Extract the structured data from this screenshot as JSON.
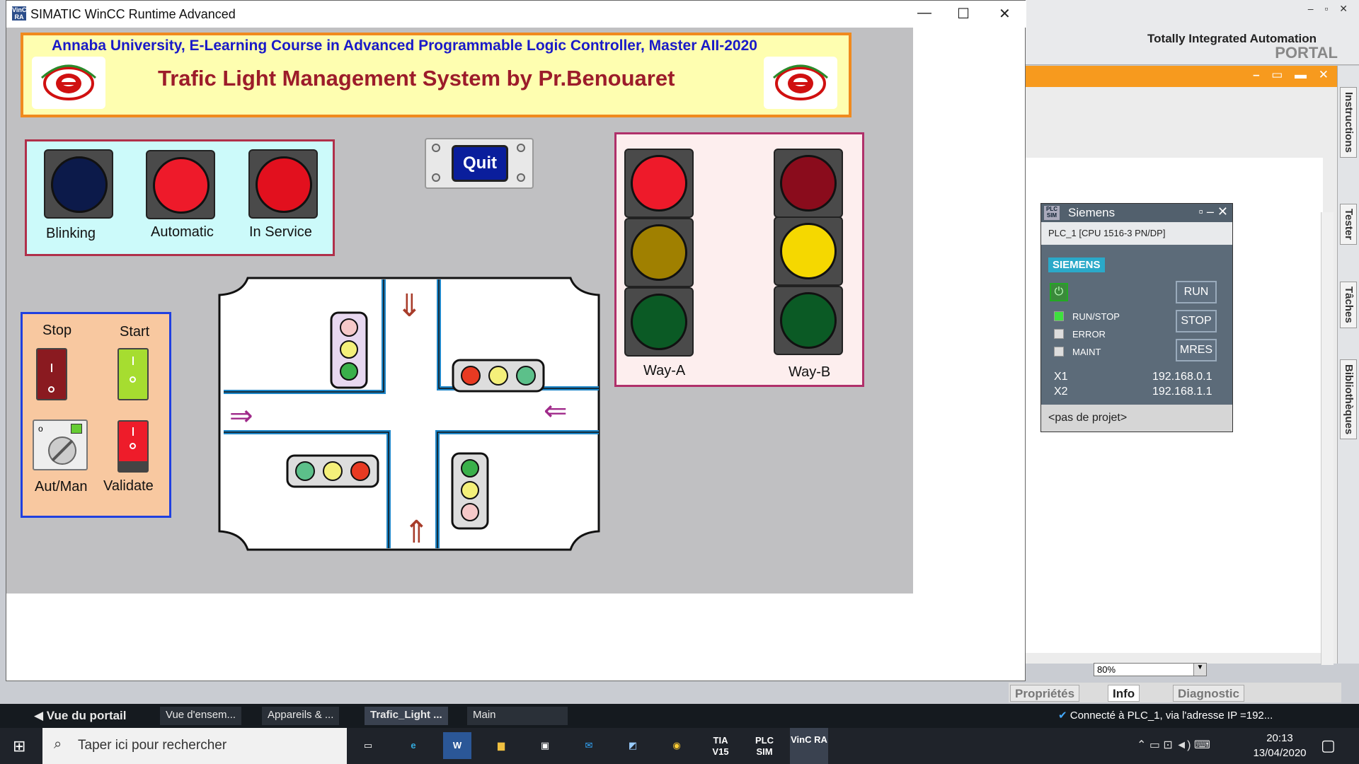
{
  "window": {
    "title": "SIMATIC WinCC Runtime Advanced",
    "icon": "VinC RA",
    "controls": [
      "—",
      "☐",
      "✕"
    ]
  },
  "header": {
    "line1": "Annaba University, E-Learning Course in Advanced Programmable Logic Controller, Master AII-2020",
    "line2": "Trafic Light Management System by Pr.Benouaret"
  },
  "indicators": [
    {
      "label": "Blinking",
      "color": "#0c1a4a"
    },
    {
      "label": "Automatic",
      "color": "#ee1a2a"
    },
    {
      "label": "In Service",
      "color": "#e2101e"
    }
  ],
  "quit_label": "Quit",
  "switches": {
    "stop": "Stop",
    "start": "Start",
    "autman": "Aut/Man",
    "validate": "Validate"
  },
  "ways": {
    "a": {
      "label": "Way-A",
      "lamps": [
        "#ee1a2a",
        "#a08000",
        "#0b5a25"
      ]
    },
    "b": {
      "label": "Way-B",
      "lamps": [
        "#8a0c1c",
        "#f5d800",
        "#0b5a25"
      ]
    }
  },
  "plcsim": {
    "title": "Siemens",
    "cpu": "PLC_1 [CPU 1516-3 PN/DP]",
    "brand": "SIEMENS",
    "leds": [
      {
        "label": "RUN/STOP",
        "color": "#3ee03e"
      },
      {
        "label": "ERROR",
        "color": "#dddddd"
      },
      {
        "label": "MAINT",
        "color": "#dddddd"
      }
    ],
    "buttons": [
      "RUN",
      "STOP",
      "MRES"
    ],
    "x1_label": "X1",
    "x1": "192.168.0.1",
    "x2_label": "X2",
    "x2": "192.168.1.1",
    "project": "<pas de projet>"
  },
  "tia": {
    "brand1": "Totally Integrated Automation",
    "brand2": "PORTAL",
    "side_tabs": [
      "Instructions",
      "Tester",
      "Tâches",
      "Bibliothèques"
    ],
    "zoom": "80%",
    "prop_tabs": [
      "Propriétés",
      "Info",
      "Diagnostic"
    ],
    "bottom": {
      "portal": "Vue du portail",
      "tabs": [
        "Vue d'ensem...",
        "Appareils & ...",
        "Trafic_Light ...",
        "Main"
      ],
      "status": "Connecté à PLC_1, via l'adresse IP =192..."
    }
  },
  "taskbar": {
    "search": "Taper ici pour rechercher",
    "apps": [
      "TIA V15",
      "PLC SIM",
      "VinC RA"
    ],
    "time": "20:13",
    "date": "13/04/2020"
  }
}
